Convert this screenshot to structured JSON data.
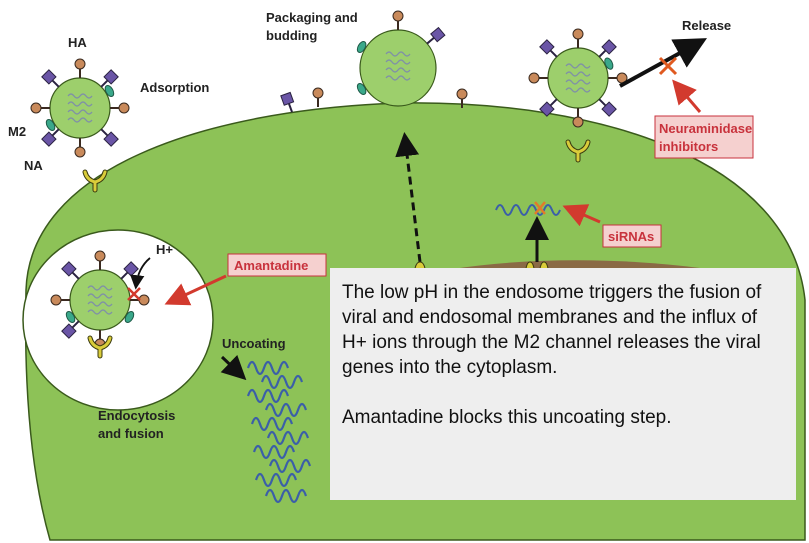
{
  "labels": {
    "ha": "HA",
    "m2": "M2",
    "na": "NA",
    "adsorption": "Adsorption",
    "packaging_line1": "Packaging and",
    "packaging_line2": "budding",
    "release": "Release",
    "neuraminidase_line1": "Neuraminidase",
    "neuraminidase_line2": "inhibitors",
    "sirnas": "siRNAs",
    "h_plus": "H+",
    "amantadine": "Amantadine",
    "uncoating": "Uncoating",
    "endocytosis_line1": "Endocytosis",
    "endocytosis_line2": "and fusion"
  },
  "note": {
    "paragraph1": "The low pH in the endosome triggers the fusion of viral and endosomal membranes and the influx of H+ ions through the M2 channel releases the viral genes into the cytoplasm.",
    "paragraph2": "Amantadine blocks this uncoating step."
  },
  "colors": {
    "cell": "#8dc257",
    "cell_outline": "#3a5a1c",
    "nucleus": "#8a6a45",
    "virion": "#9dcf6c",
    "ha_spike": "#c98a5b",
    "na_spike": "#6a55a6",
    "receptor": "#d9cc3a",
    "drug_box": "#f5d0cf",
    "drug_text": "#c8323c",
    "arrow_red": "#d23a2e",
    "rna": "#3b5fa8",
    "note_bg": "#eeeeee"
  }
}
